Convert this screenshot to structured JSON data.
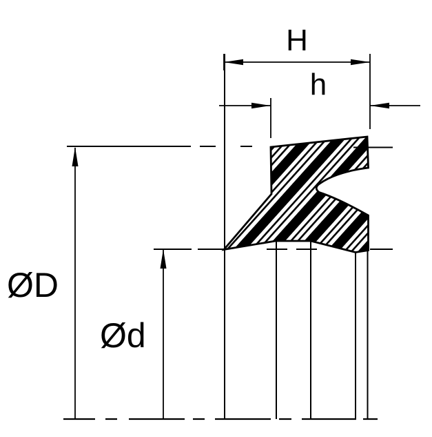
{
  "drawing": {
    "title": "seal-cross-section-dimension-drawing",
    "background_color": "#ffffff",
    "line_color": "#000000",
    "labels": {
      "H": "H",
      "h": "h",
      "OD": "ØD",
      "Od": "Ød"
    }
  }
}
